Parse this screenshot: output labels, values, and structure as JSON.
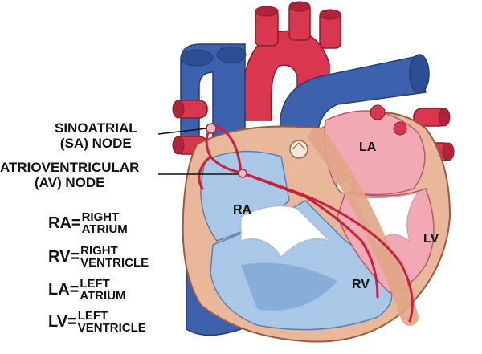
{
  "labels": {
    "sa_node": {
      "line1": "SINOATRIAL",
      "line2": "(SA) NODE"
    },
    "av_node": {
      "line1": "ATRIOVENTRICULAR",
      "line2": "(AV) NODE"
    },
    "chambers": {
      "ra": "RA",
      "rv": "RV",
      "la": "LA",
      "lv": "LV"
    }
  },
  "legend": [
    {
      "abbr": "RA=",
      "line1": "RIGHT",
      "line2": "ATRIUM"
    },
    {
      "abbr": "RV=",
      "line1": "RIGHT",
      "line2": "VENTRICLE"
    },
    {
      "abbr": "LA=",
      "line1": "LEFT",
      "line2": "ATRIUM"
    },
    {
      "abbr": "LV=",
      "line1": "LEFT",
      "line2": "VENTRICLE"
    }
  ],
  "colors": {
    "vein_blue": "#3d62ad",
    "artery_red": "#d9374f",
    "heart_wall": "#e9b79a",
    "right_chamber": "#a9c7e6",
    "left_chamber": "#f2a9b3",
    "conduction_red": "#c8213c"
  }
}
